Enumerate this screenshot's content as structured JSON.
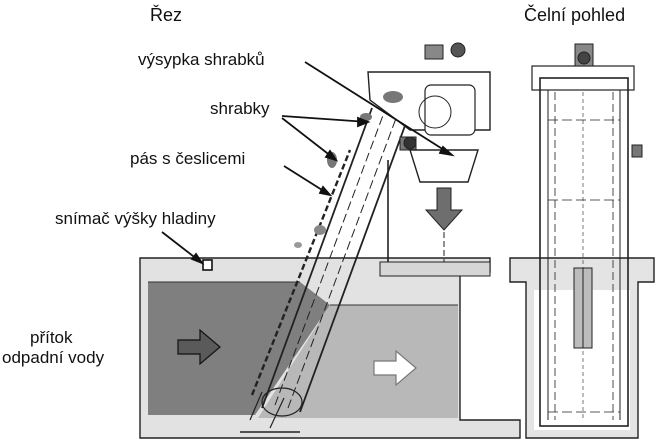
{
  "titles": {
    "section": "Řez",
    "front_view": "Čelní pohled"
  },
  "labels": {
    "discharge": "výsypka shrabků",
    "screenings": "shrabky",
    "belt": "pás s česlicemi",
    "level_sensor": "snímač výšky hladiny",
    "inflow_line1": "přítok",
    "inflow_line2": "odpadní vody"
  },
  "colors": {
    "water_dark": "#7a7a7a",
    "water_light": "#b9b9b9",
    "concrete": "#dcdcdc",
    "line": "#222222",
    "arrow_fill": "#6e6e6e"
  }
}
